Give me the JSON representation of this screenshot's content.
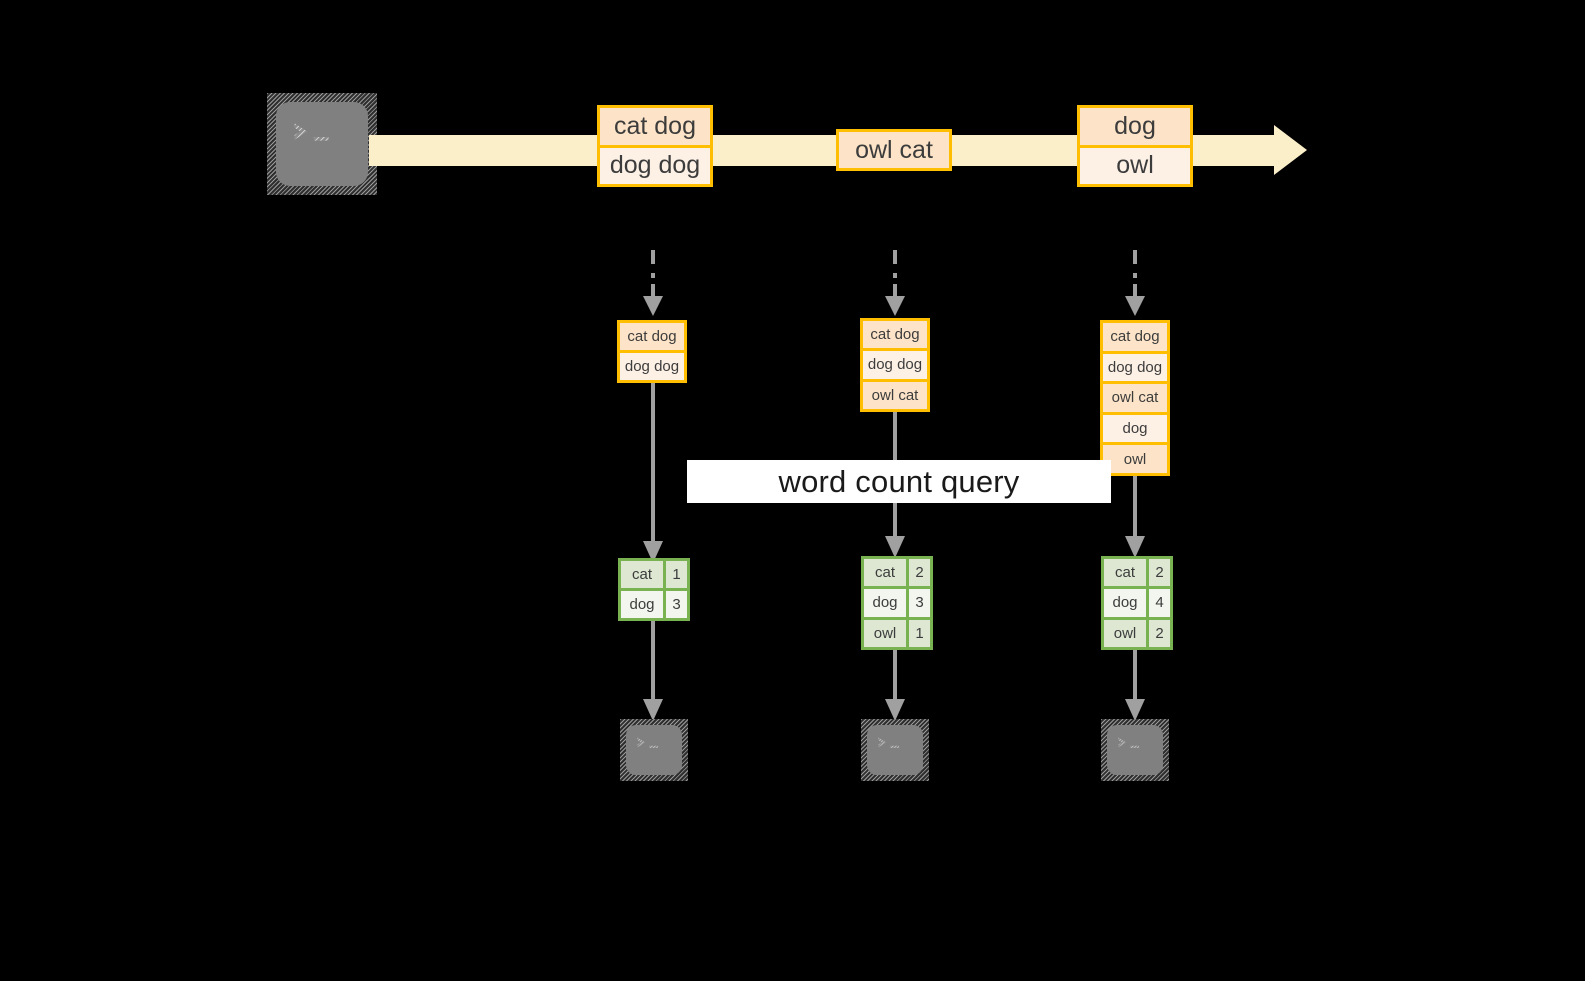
{
  "diagram": {
    "title_label": "word count query",
    "colors": {
      "record_border": "#ffbf00",
      "record_fill_dark": "#fde4c8",
      "record_fill_light": "#fdf1e6",
      "stream_fill": "#fbefca",
      "table_border": "#79b251",
      "table_fill_dark": "#dde7d2",
      "table_fill_light": "#f2f6ee",
      "arrow_grey": "#a0a0a0",
      "terminal_grey": "#808080",
      "background": "#000000"
    },
    "source": {
      "icon": "terminal-icon",
      "prompt_glyph": ">_"
    },
    "stream": {
      "direction": "left-to-right",
      "records": [
        {
          "name": "stream-record-1",
          "lines": [
            "cat dog",
            "dog dog"
          ]
        },
        {
          "name": "stream-record-2",
          "lines": [
            "owl cat"
          ]
        },
        {
          "name": "stream-record-3",
          "lines": [
            "dog",
            "owl"
          ]
        }
      ]
    },
    "snapshots": [
      {
        "name": "snapshot-1",
        "lines": [
          "cat dog",
          "dog dog"
        ],
        "counts": [
          {
            "word": "cat",
            "count": "1"
          },
          {
            "word": "dog",
            "count": "3"
          }
        ],
        "sink_prompt": ">_"
      },
      {
        "name": "snapshot-2",
        "lines": [
          "cat dog",
          "dog dog",
          "owl cat"
        ],
        "counts": [
          {
            "word": "cat",
            "count": "2"
          },
          {
            "word": "dog",
            "count": "3"
          },
          {
            "word": "owl",
            "count": "1"
          }
        ],
        "sink_prompt": ">_"
      },
      {
        "name": "snapshot-3",
        "lines": [
          "cat dog",
          "dog dog",
          "owl cat",
          "dog",
          "owl"
        ],
        "counts": [
          {
            "word": "cat",
            "count": "2"
          },
          {
            "word": "dog",
            "count": "4"
          },
          {
            "word": "owl",
            "count": "2"
          }
        ],
        "sink_prompt": ">_"
      }
    ]
  }
}
